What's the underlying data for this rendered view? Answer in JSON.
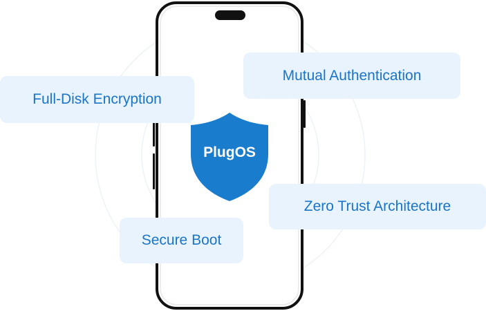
{
  "brand": {
    "name": "PlugOS"
  },
  "features": [
    {
      "label": "Full-Disk Encryption"
    },
    {
      "label": "Mutual Authentication"
    },
    {
      "label": "Zero Trust Architecture"
    },
    {
      "label": "Secure Boot"
    }
  ],
  "colors": {
    "accent": "#1a7ccd",
    "pill_background": "#e9f3fd",
    "pill_text": "#1a74c7",
    "phone_frame": "#111111"
  },
  "icons": [
    "shield-icon",
    "phone-illustration",
    "notch"
  ]
}
